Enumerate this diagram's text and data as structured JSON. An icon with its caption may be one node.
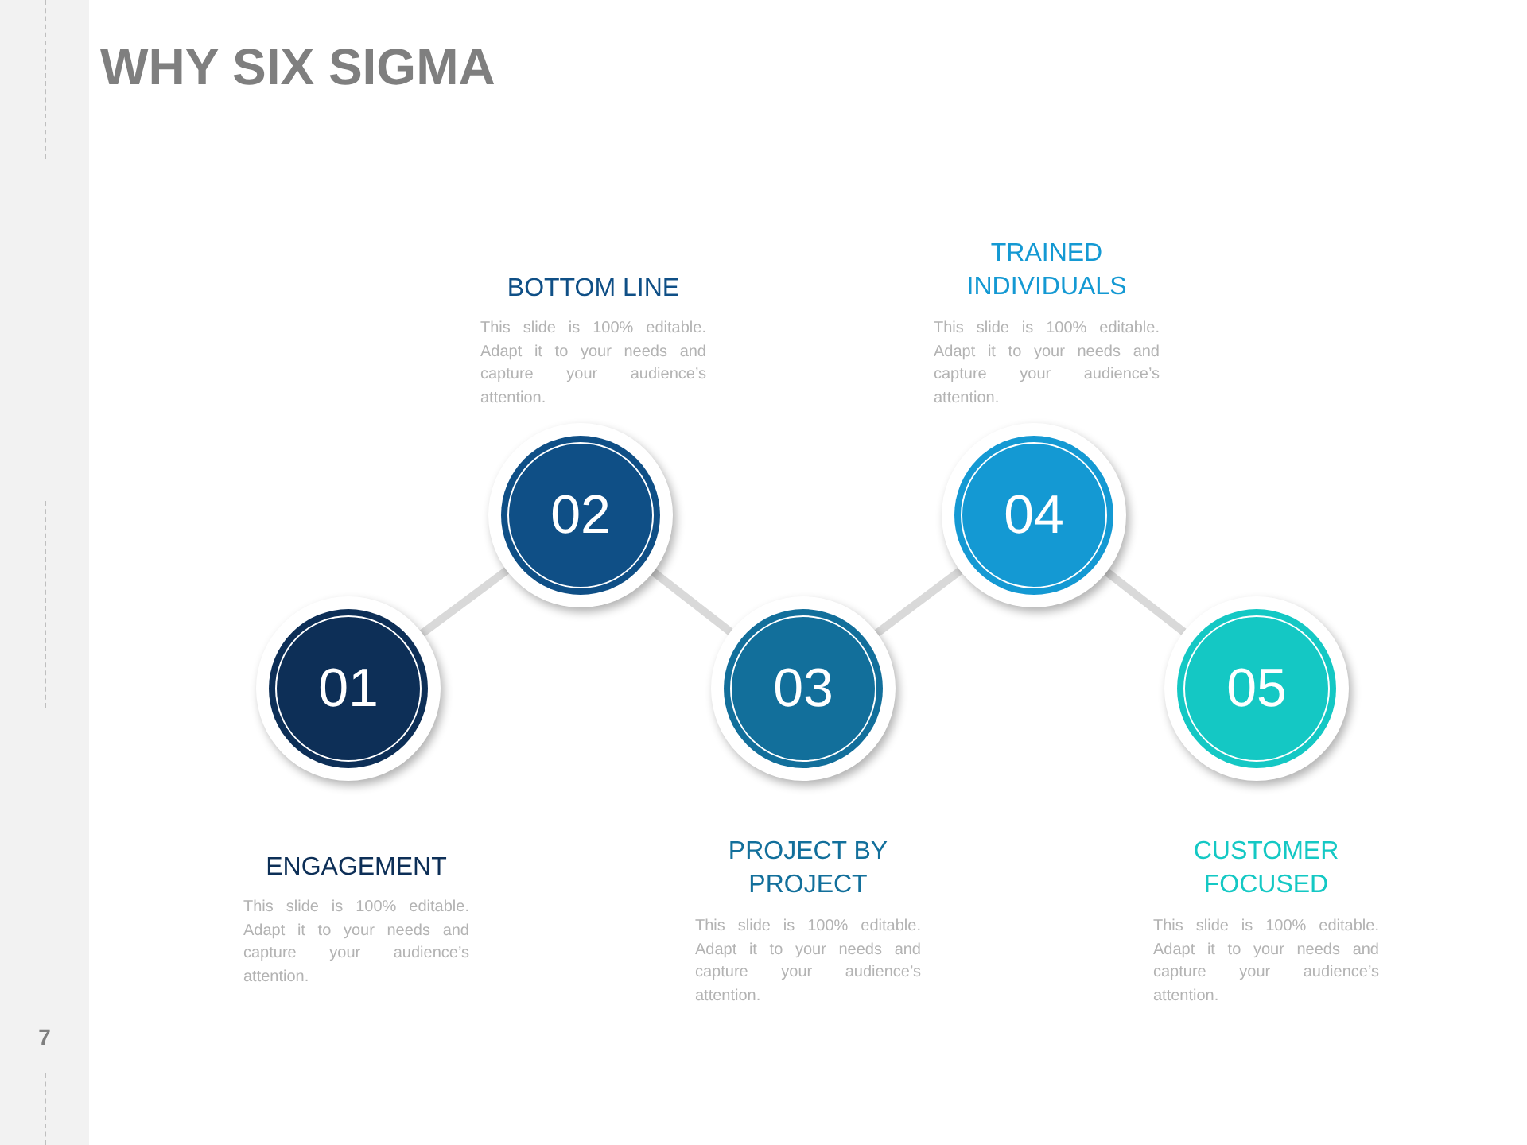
{
  "diagram": {
    "title": "WHY **SIX SIGMA**",
    "nodes": [
      {
        "text": [
          "01"
        ],
        "beside": [
          "ENGAGEMENT",
          "This slide is 100% editable. Adapt it to your needs and capture your audience’s attention."
        ]
      },
      {
        "text": [
          "02"
        ],
        "beside": [
          "BOTTOM LINE",
          "This slide is 100% editable. Adapt it to your needs and capture your audience’s attention."
        ]
      },
      {
        "text": [
          "03"
        ],
        "beside": [
          "PROJECT BY PROJECT",
          "This slide is 100% editable. Adapt it to your needs and capture your audience’s attention."
        ]
      },
      {
        "text": [
          "04"
        ],
        "beside": [
          "TRAINED INDIVIDUALS",
          "This slide is 100% editable. Adapt it to your needs and capture your audience’s attention."
        ]
      },
      {
        "text": [
          "05"
        ],
        "beside": [
          "CUSTOMER FOCUSED",
          "This slide is 100% editable. Adapt it to your needs and capture your audience’s attention."
        ]
      }
    ],
    "edges": [
      {
        "from": 0,
        "to": 1,
        "arrow": "none"
      },
      {
        "from": 1,
        "to": 2,
        "arrow": "none"
      },
      {
        "from": 2,
        "to": 3,
        "arrow": "none"
      },
      {
        "from": 3,
        "to": 4,
        "arrow": "none"
      }
    ],
    "labels": [
      "7"
    ]
  }
}
